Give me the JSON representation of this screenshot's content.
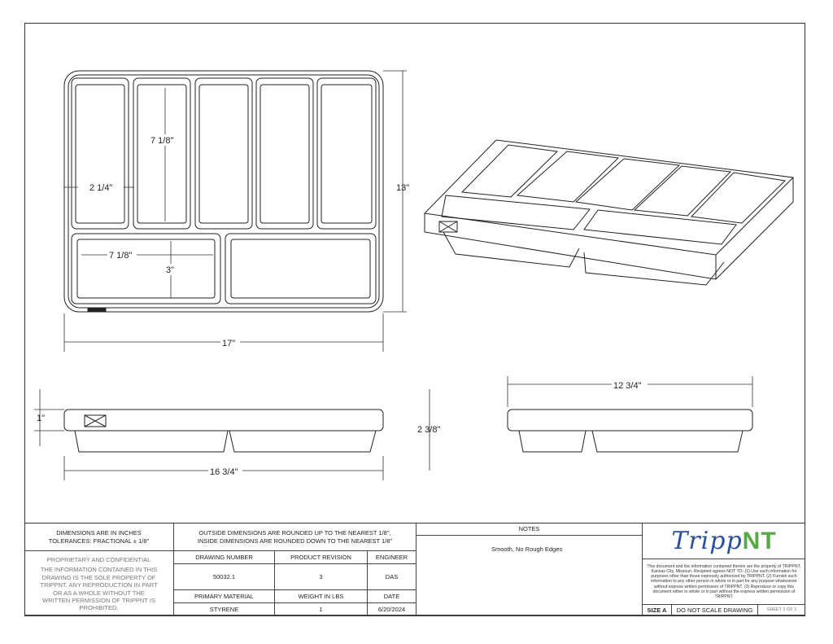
{
  "dimensions": {
    "top_compartment_length": "7 1/8\"",
    "top_compartment_width": "2 1/4\"",
    "bottom_compartment_length": "7 1/8\"",
    "bottom_compartment_width": "3\"",
    "overall_height": "13\"",
    "overall_length": "17\"",
    "side_depth": "1\"",
    "side_overall_length": "16 3/4\"",
    "total_height": "2 3/8\"",
    "end_width": "12 3/4\""
  },
  "title_block": {
    "units_line1": "DIMENSIONS ARE IN INCHES",
    "units_line2": "TOLERANCES: FRACTIONAL ± 1/8\"",
    "rounding_line1": "OUTSIDE DIMENSIONS ARE ROUNDED UP TO THE NEAREST 1/8\",",
    "rounding_line2": "INSIDE DIMENSIONS ARE ROUNDED DOWN TO THE NEAREST 1/8\"",
    "notes_header": "NOTES",
    "notes_text": "Smooth, No Rough Edges",
    "proprietary_header": "PROPRIETARY AND CONFIDENTIAL",
    "proprietary_text": "THE INFORMATION CONTAINED IN THIS DRAWING IS THE SOLE PROPERTY OF TRIPPNT.  ANY REPRODUCTION IN PART OR AS A WHOLE WITHOUT THE WRITTEN PERMISSION OF TRIPPNT IS PROHIBITED.",
    "drawing_number_label": "DRAWING NUMBER",
    "drawing_number": "50032.1",
    "product_revision_label": "PRODUCT REVISION",
    "product_revision": "3",
    "engineer_label": "ENGINEER",
    "engineer": "DAS",
    "primary_material_label": "PRIMARY MATERIAL",
    "primary_material": "STYRENE",
    "weight_label": "WEIGHT IN LBS",
    "weight": "1",
    "date_label": "DATE",
    "date": "6/20/2024",
    "logo_text_1": "Tripp",
    "logo_text_2": "NT",
    "legal_text": "This document and the information contained therein are the property of TRIPPNT, Kansas City, Missouri. Recipient agrees NOT TO: (1) Use such information for purposes other than those expressly authorized by TRIPPNT. (2) Furnish such information to any other person in whole or in part for any purpose whatsoever without express written permission of TRIPPNT. (3) Reproduce or copy this document either in whole or in part without the express written permission of TRIPPNT.",
    "size_label": "SIZE A",
    "do_not_scale": "DO NOT SCALE DRAWING",
    "sheet": "SHEET 1 OF 1"
  }
}
